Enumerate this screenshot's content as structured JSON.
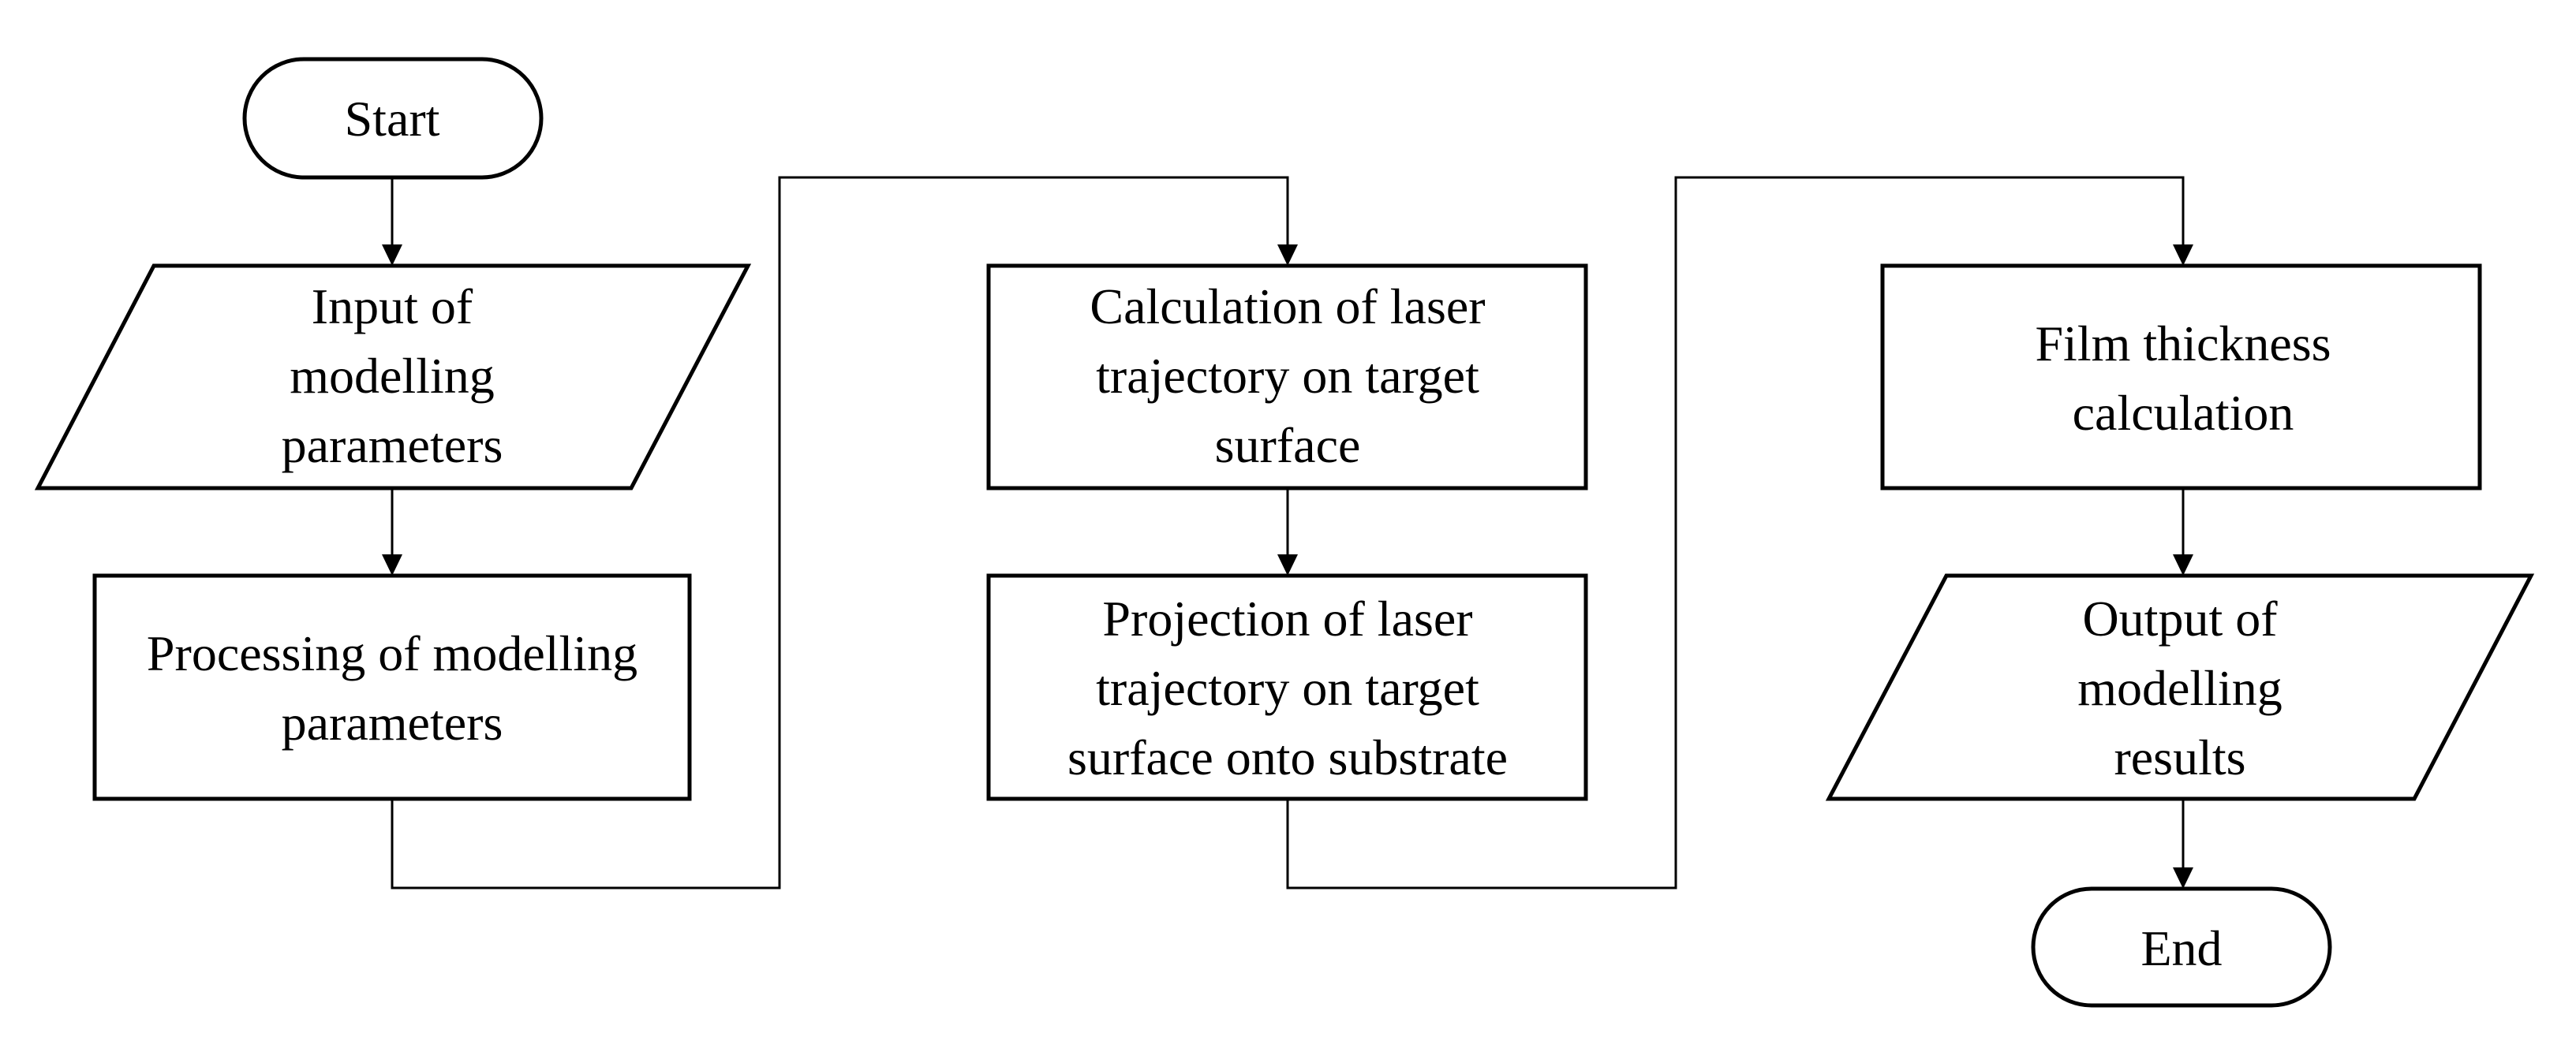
{
  "flowchart": {
    "start": "Start",
    "input_params": [
      "Input of",
      "modelling",
      "parameters"
    ],
    "processing": [
      "Processing of modelling",
      "parameters"
    ],
    "calc_trajectory": [
      "Calculation of laser",
      "trajectory on target",
      "surface"
    ],
    "projection": [
      "Projection of laser",
      "trajectory on target",
      "surface onto substrate"
    ],
    "film_thickness": [
      "Film thickness",
      "calculation"
    ],
    "output_results": [
      "Output of",
      "modelling",
      "results"
    ],
    "end": "End"
  }
}
